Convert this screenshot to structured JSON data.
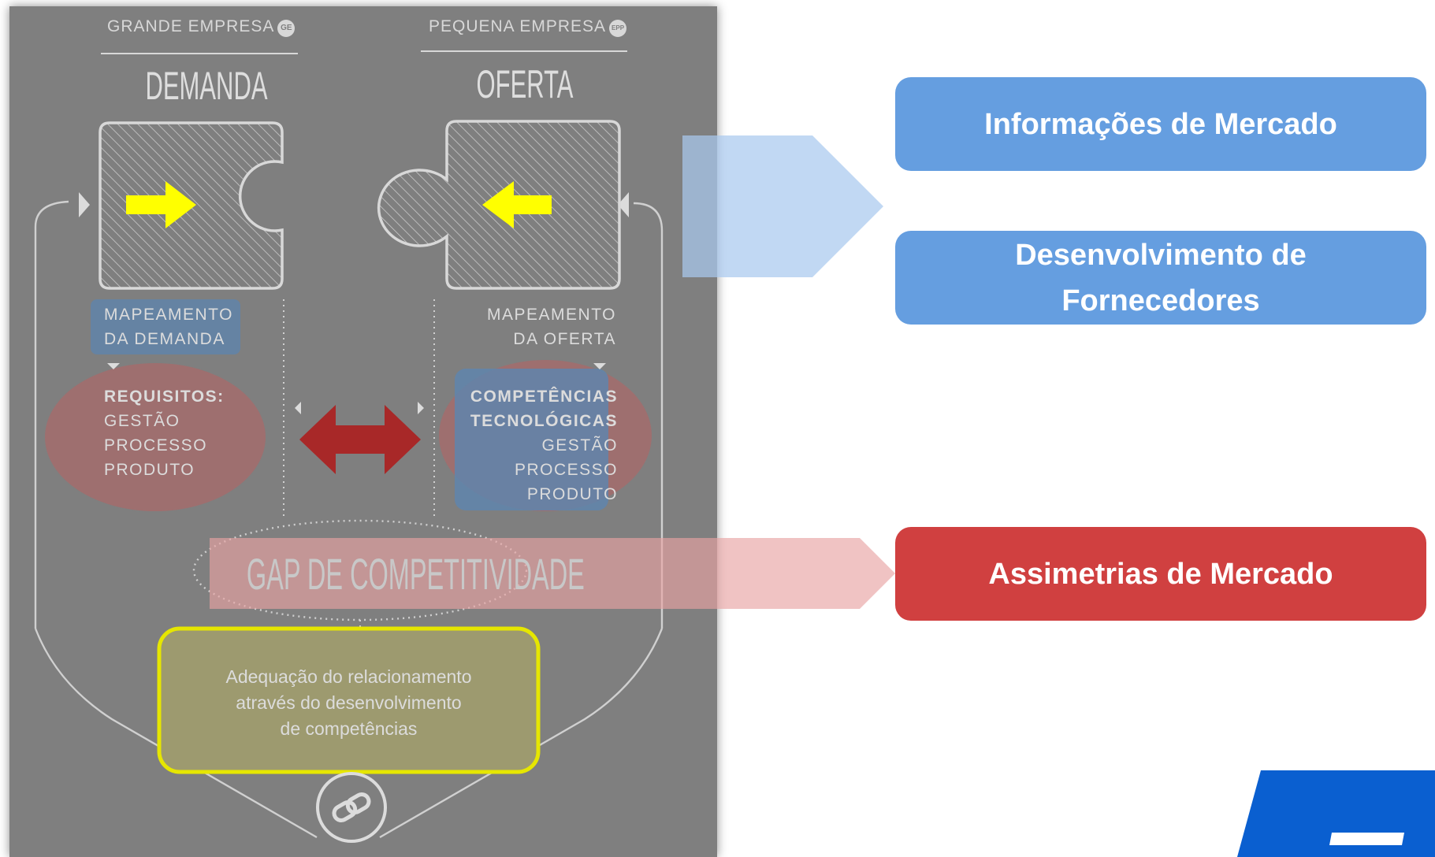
{
  "diagram": {
    "left_header": "GRANDE EMPRESA",
    "left_badge": "GE",
    "right_header": "PEQUENA EMPRESA",
    "right_badge": "EPP",
    "left_title": "DEMANDA",
    "right_title": "OFERTA",
    "left_mapping": [
      "MAPEAMENTO",
      "DA DEMANDA"
    ],
    "right_mapping": [
      "MAPEAMENTO",
      "DA OFERTA"
    ],
    "left_requirements_title": "REQUISITOS:",
    "left_requirements": [
      "GESTÃO",
      "PROCESSO",
      "PRODUTO"
    ],
    "right_competences_title": [
      "COMPETÊNCIAS",
      "TECNOLÓGICAS"
    ],
    "right_competences": [
      "GESTÃO",
      "PROCESSO",
      "PRODUTO"
    ],
    "gap_label": "GAP DE COMPETITIVIDADE",
    "adequacy_text": [
      "Adequação do relacionamento",
      "através do desenvolvimento",
      "de competências"
    ]
  },
  "callouts": {
    "market_info": "Informações de Mercado",
    "supplier_dev": [
      "Desenvolvimento de",
      "Fornecedores"
    ],
    "asymmetries": "Assimetrias de Mercado"
  },
  "colors": {
    "panel_bg": "#7f7f7f",
    "blue_callout": "#659ee0",
    "red_callout": "#d04040",
    "yellow_arrow": "#ffff00",
    "red_double_arrow": "#a82828",
    "yellow_box_border": "#e6e600",
    "logo_blue": "#0a5fd0"
  }
}
